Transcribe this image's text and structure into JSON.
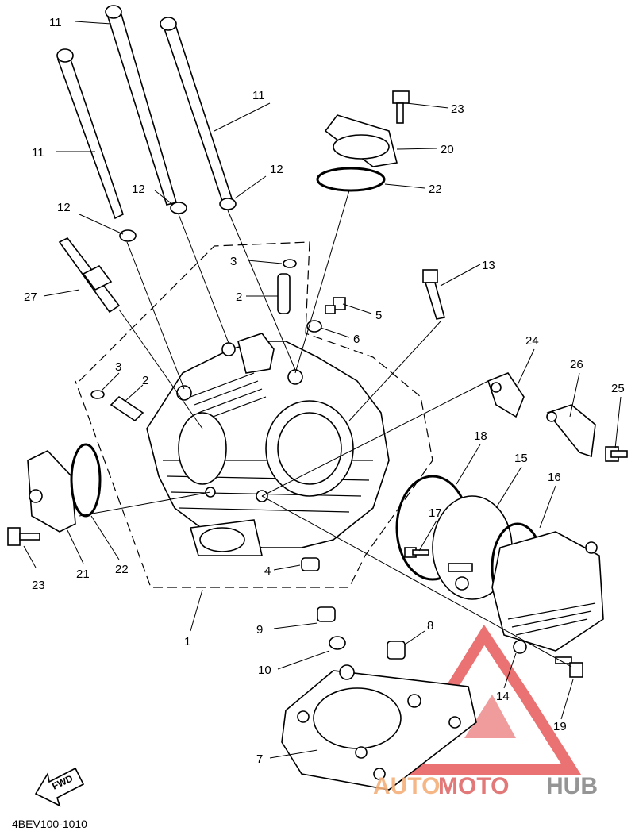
{
  "diagram": {
    "drawing_code": "4BEV100-1010",
    "fwd_label": "FWD",
    "callouts": [
      {
        "id": "c11a",
        "label": "11"
      },
      {
        "id": "c11b",
        "label": "11"
      },
      {
        "id": "c11c",
        "label": "11"
      },
      {
        "id": "c12a",
        "label": "12"
      },
      {
        "id": "c12b",
        "label": "12"
      },
      {
        "id": "c12c",
        "label": "12"
      },
      {
        "id": "c3a",
        "label": "3"
      },
      {
        "id": "c2a",
        "label": "2"
      },
      {
        "id": "c3b",
        "label": "3"
      },
      {
        "id": "c2b",
        "label": "2"
      },
      {
        "id": "c27",
        "label": "27"
      },
      {
        "id": "c23a",
        "label": "23"
      },
      {
        "id": "c20",
        "label": "20"
      },
      {
        "id": "c22a",
        "label": "22"
      },
      {
        "id": "c13",
        "label": "13"
      },
      {
        "id": "c5",
        "label": "5"
      },
      {
        "id": "c6",
        "label": "6"
      },
      {
        "id": "c24",
        "label": "24"
      },
      {
        "id": "c26",
        "label": "26"
      },
      {
        "id": "c25",
        "label": "25"
      },
      {
        "id": "c18",
        "label": "18"
      },
      {
        "id": "c15",
        "label": "15"
      },
      {
        "id": "c16",
        "label": "16"
      },
      {
        "id": "c17",
        "label": "17"
      },
      {
        "id": "c23b",
        "label": "23"
      },
      {
        "id": "c21",
        "label": "21"
      },
      {
        "id": "c22b",
        "label": "22"
      },
      {
        "id": "c4",
        "label": "4"
      },
      {
        "id": "c1",
        "label": "1"
      },
      {
        "id": "c9",
        "label": "9"
      },
      {
        "id": "c8",
        "label": "8"
      },
      {
        "id": "c10",
        "label": "10"
      },
      {
        "id": "c14",
        "label": "14"
      },
      {
        "id": "c19",
        "label": "19"
      },
      {
        "id": "c7",
        "label": "7"
      }
    ]
  },
  "watermark": {
    "part1": "AUTO",
    "part2": "MOTO",
    "part3": "HUB",
    "colors": {
      "auto": "#f4b07a",
      "moto": "#e06a6a",
      "hub": "#8a8a8a",
      "triangle": "#e85a5a"
    }
  }
}
